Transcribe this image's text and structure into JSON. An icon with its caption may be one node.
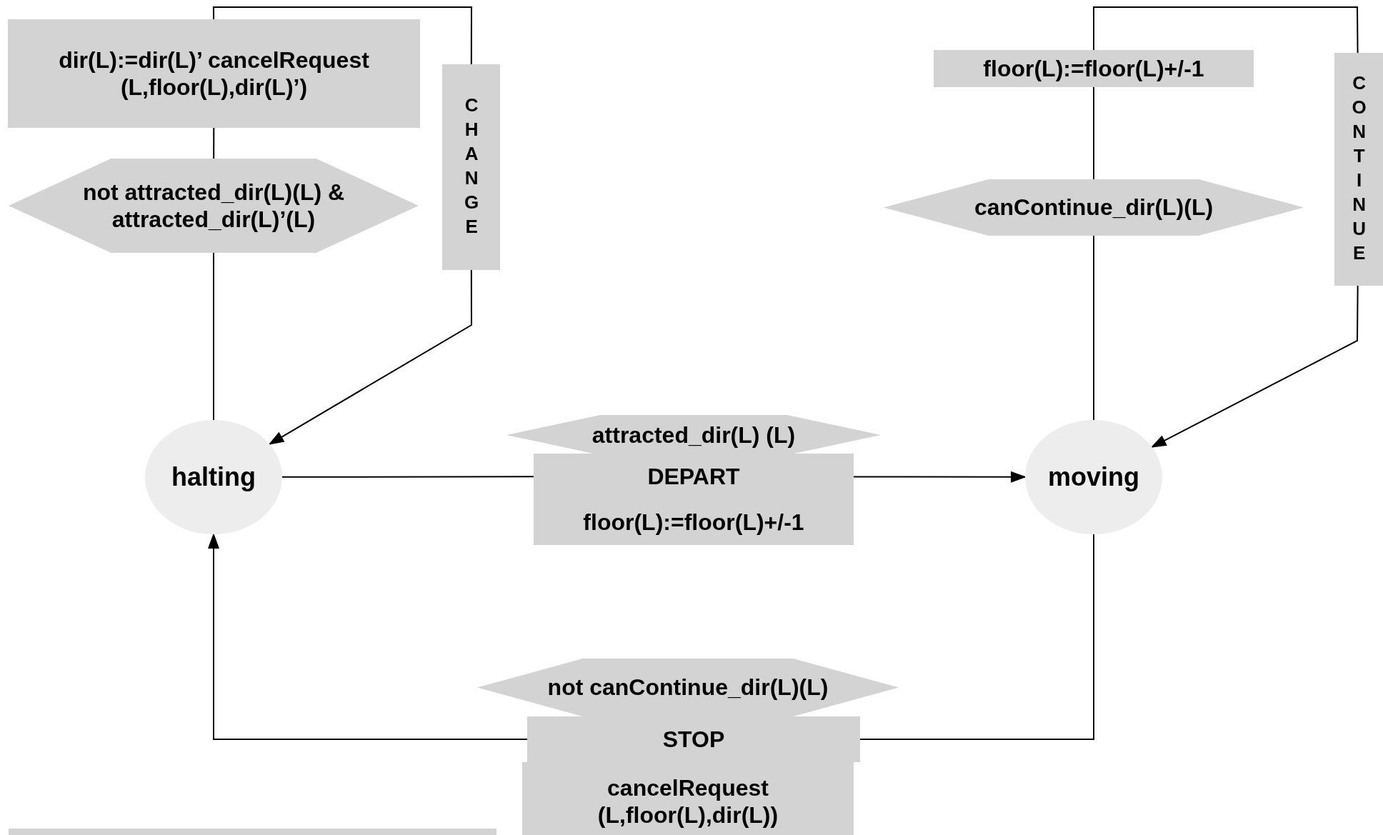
{
  "diagram": {
    "nodes": [
      {
        "text": [
          "dir(L):=dir(L)’ cancelRequest (L,floor(L),dir(L)’)"
        ]
      },
      {
        "text": [
          "not attracted_dir(L)(L) & attracted_dir(L)’(L)"
        ]
      },
      {
        "text": [
          "CHANGE"
        ]
      },
      {
        "text": [
          "floor(L):=floor(L)+/-1"
        ]
      },
      {
        "text": [
          "canContinue_dir(L)(L)"
        ]
      },
      {
        "text": [
          "CONTINUE"
        ]
      },
      {
        "text": [
          "attracted_dir(L) (L)"
        ]
      },
      {
        "text": [
          "halting"
        ]
      },
      {
        "text": [
          "DEPART"
        ]
      },
      {
        "text": [
          "moving"
        ]
      },
      {
        "text": [
          "floor(L):=floor(L)+/-1"
        ]
      },
      {
        "text": [
          "not canContinue_dir(L)(L)"
        ]
      },
      {
        "text": [
          "STOP"
        ]
      },
      {
        "text": [
          "cancelRequest (L,floor(L),dir(L))"
        ]
      },
      {
        "text": [],
        "shape": "bar"
      }
    ],
    "edges": [
      {
        "from": 7,
        "to": 1,
        "arrow": "none"
      },
      {
        "from": 1,
        "to": 0,
        "arrow": "none"
      },
      {
        "from": 0,
        "to": 2,
        "arrow": "none"
      },
      {
        "from": 2,
        "to": 7,
        "arrow": "to"
      },
      {
        "from": 9,
        "to": 4,
        "arrow": "none"
      },
      {
        "from": 4,
        "to": 3,
        "arrow": "none"
      },
      {
        "from": 3,
        "to": 5,
        "arrow": "none"
      },
      {
        "from": 5,
        "to": 9,
        "arrow": "to"
      },
      {
        "from": 7,
        "to": 8,
        "arrow": "none"
      },
      {
        "from": 8,
        "to": 9,
        "arrow": "to"
      },
      {
        "from": 9,
        "to": 12,
        "arrow": "none"
      },
      {
        "from": 12,
        "to": 7,
        "arrow": "to"
      }
    ]
  }
}
